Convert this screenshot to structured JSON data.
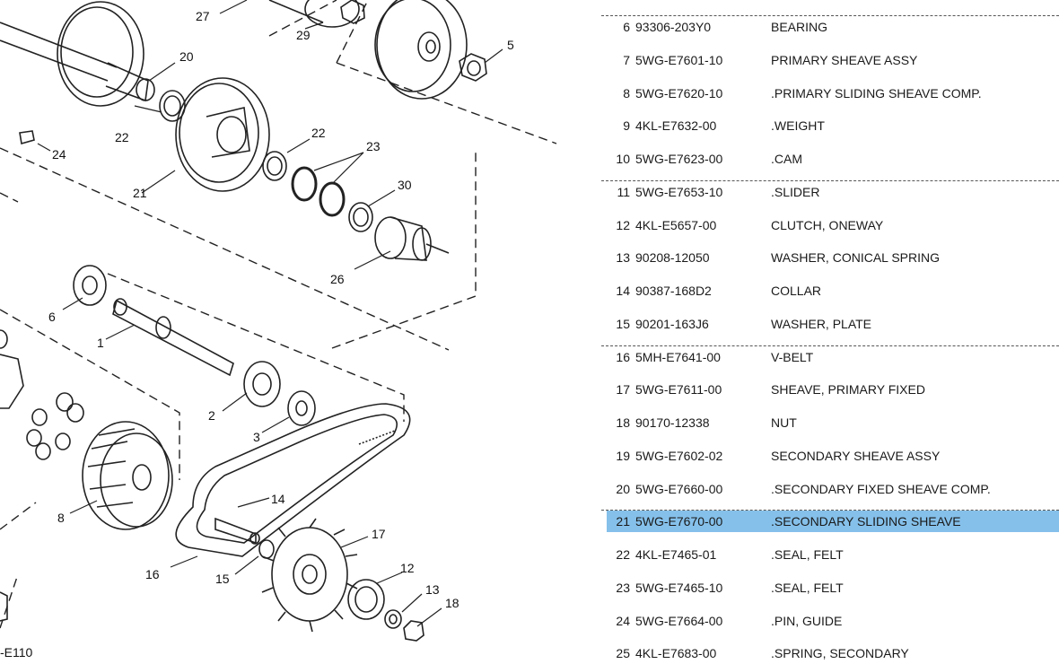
{
  "diagram": {
    "page_code": "-E110",
    "callouts": [
      "27",
      "29",
      "5",
      "20",
      "24",
      "22",
      "22",
      "23",
      "21",
      "30",
      "26",
      "6",
      "1",
      "2",
      "3",
      "8",
      "14",
      "16",
      "15",
      "17",
      "12",
      "13",
      "18"
    ]
  },
  "parts": [
    {
      "ref": "6",
      "part_no": "93306-203Y0",
      "desc": "BEARING"
    },
    {
      "ref": "7",
      "part_no": "5WG-E7601-10",
      "desc": "PRIMARY SHEAVE ASSY"
    },
    {
      "ref": "8",
      "part_no": "5WG-E7620-10",
      "desc": ".PRIMARY SLIDING SHEAVE COMP."
    },
    {
      "ref": "9",
      "part_no": "4KL-E7632-00",
      "desc": ".WEIGHT"
    },
    {
      "ref": "10",
      "part_no": "5WG-E7623-00",
      "desc": ".CAM"
    },
    {
      "ref": "11",
      "part_no": "5WG-E7653-10",
      "desc": ".SLIDER"
    },
    {
      "ref": "12",
      "part_no": "4KL-E5657-00",
      "desc": "CLUTCH, ONEWAY"
    },
    {
      "ref": "13",
      "part_no": "90208-12050",
      "desc": "WASHER, CONICAL SPRING"
    },
    {
      "ref": "14",
      "part_no": "90387-168D2",
      "desc": "COLLAR"
    },
    {
      "ref": "15",
      "part_no": "90201-163J6",
      "desc": "WASHER, PLATE"
    },
    {
      "ref": "16",
      "part_no": "5MH-E7641-00",
      "desc": "V-BELT"
    },
    {
      "ref": "17",
      "part_no": "5WG-E7611-00",
      "desc": "SHEAVE, PRIMARY FIXED"
    },
    {
      "ref": "18",
      "part_no": "90170-12338",
      "desc": "NUT"
    },
    {
      "ref": "19",
      "part_no": "5WG-E7602-02",
      "desc": "SECONDARY SHEAVE ASSY"
    },
    {
      "ref": "20",
      "part_no": "5WG-E7660-00",
      "desc": ".SECONDARY FIXED SHEAVE COMP."
    },
    {
      "ref": "21",
      "part_no": "5WG-E7670-00",
      "desc": ".SECONDARY SLIDING SHEAVE"
    },
    {
      "ref": "22",
      "part_no": "4KL-E7465-01",
      "desc": ".SEAL, FELT"
    },
    {
      "ref": "23",
      "part_no": "5WG-E7465-10",
      "desc": ".SEAL, FELT"
    },
    {
      "ref": "24",
      "part_no": "5WG-E7664-00",
      "desc": ".PIN, GUIDE"
    },
    {
      "ref": "25",
      "part_no": "4KL-E7683-00",
      "desc": ".SPRING, SECONDARY"
    }
  ],
  "highlight_ref": "21",
  "colors": {
    "highlight": "#85c0ea",
    "ink": "#1a1a1a"
  }
}
